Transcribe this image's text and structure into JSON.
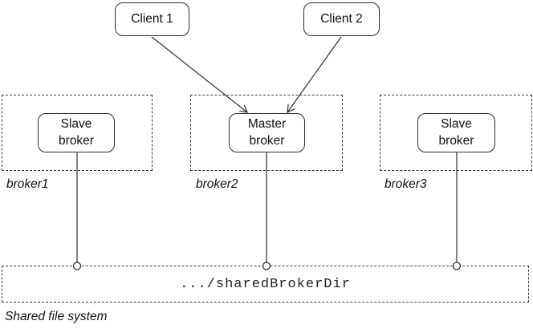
{
  "diagram": {
    "clients": [
      {
        "label": "Client 1"
      },
      {
        "label": "Client 2"
      }
    ],
    "brokers": [
      {
        "box_label": "Slave\nbroker",
        "group_label": "broker1"
      },
      {
        "box_label": "Master\nbroker",
        "group_label": "broker2"
      },
      {
        "box_label": "Slave\nbroker",
        "group_label": "broker3"
      }
    ],
    "shared_dir": {
      "path": ".../sharedBrokerDir",
      "caption": "Shared file system"
    },
    "colors": {
      "line": "#2e2e2e",
      "background": "#ffffff"
    }
  }
}
